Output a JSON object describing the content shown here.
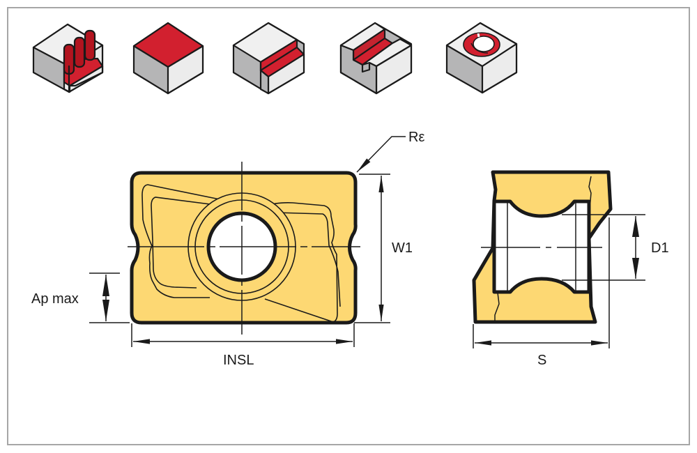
{
  "colors": {
    "frame_border": "#a6a6a6",
    "insert_fill": "#fdd873",
    "outline": "#1a1a1a",
    "feature_red": "#d2202f",
    "feature_red_dark": "#b3141f",
    "cube_top": "#f0f0f0",
    "cube_left": "#b5b5b6",
    "cube_right": "#ececec"
  },
  "icons": [
    {
      "name": "shoulder-milling-icon"
    },
    {
      "name": "face-milling-icon"
    },
    {
      "name": "edging-icon"
    },
    {
      "name": "slotting-icon"
    },
    {
      "name": "helical-interpolation-icon"
    }
  ],
  "labels": {
    "corner_radius": "Rε",
    "width": "W1",
    "depth_of_cut": "Ap max",
    "insert_length": "INSL",
    "hole_diameter": "D1",
    "thickness": "S"
  }
}
